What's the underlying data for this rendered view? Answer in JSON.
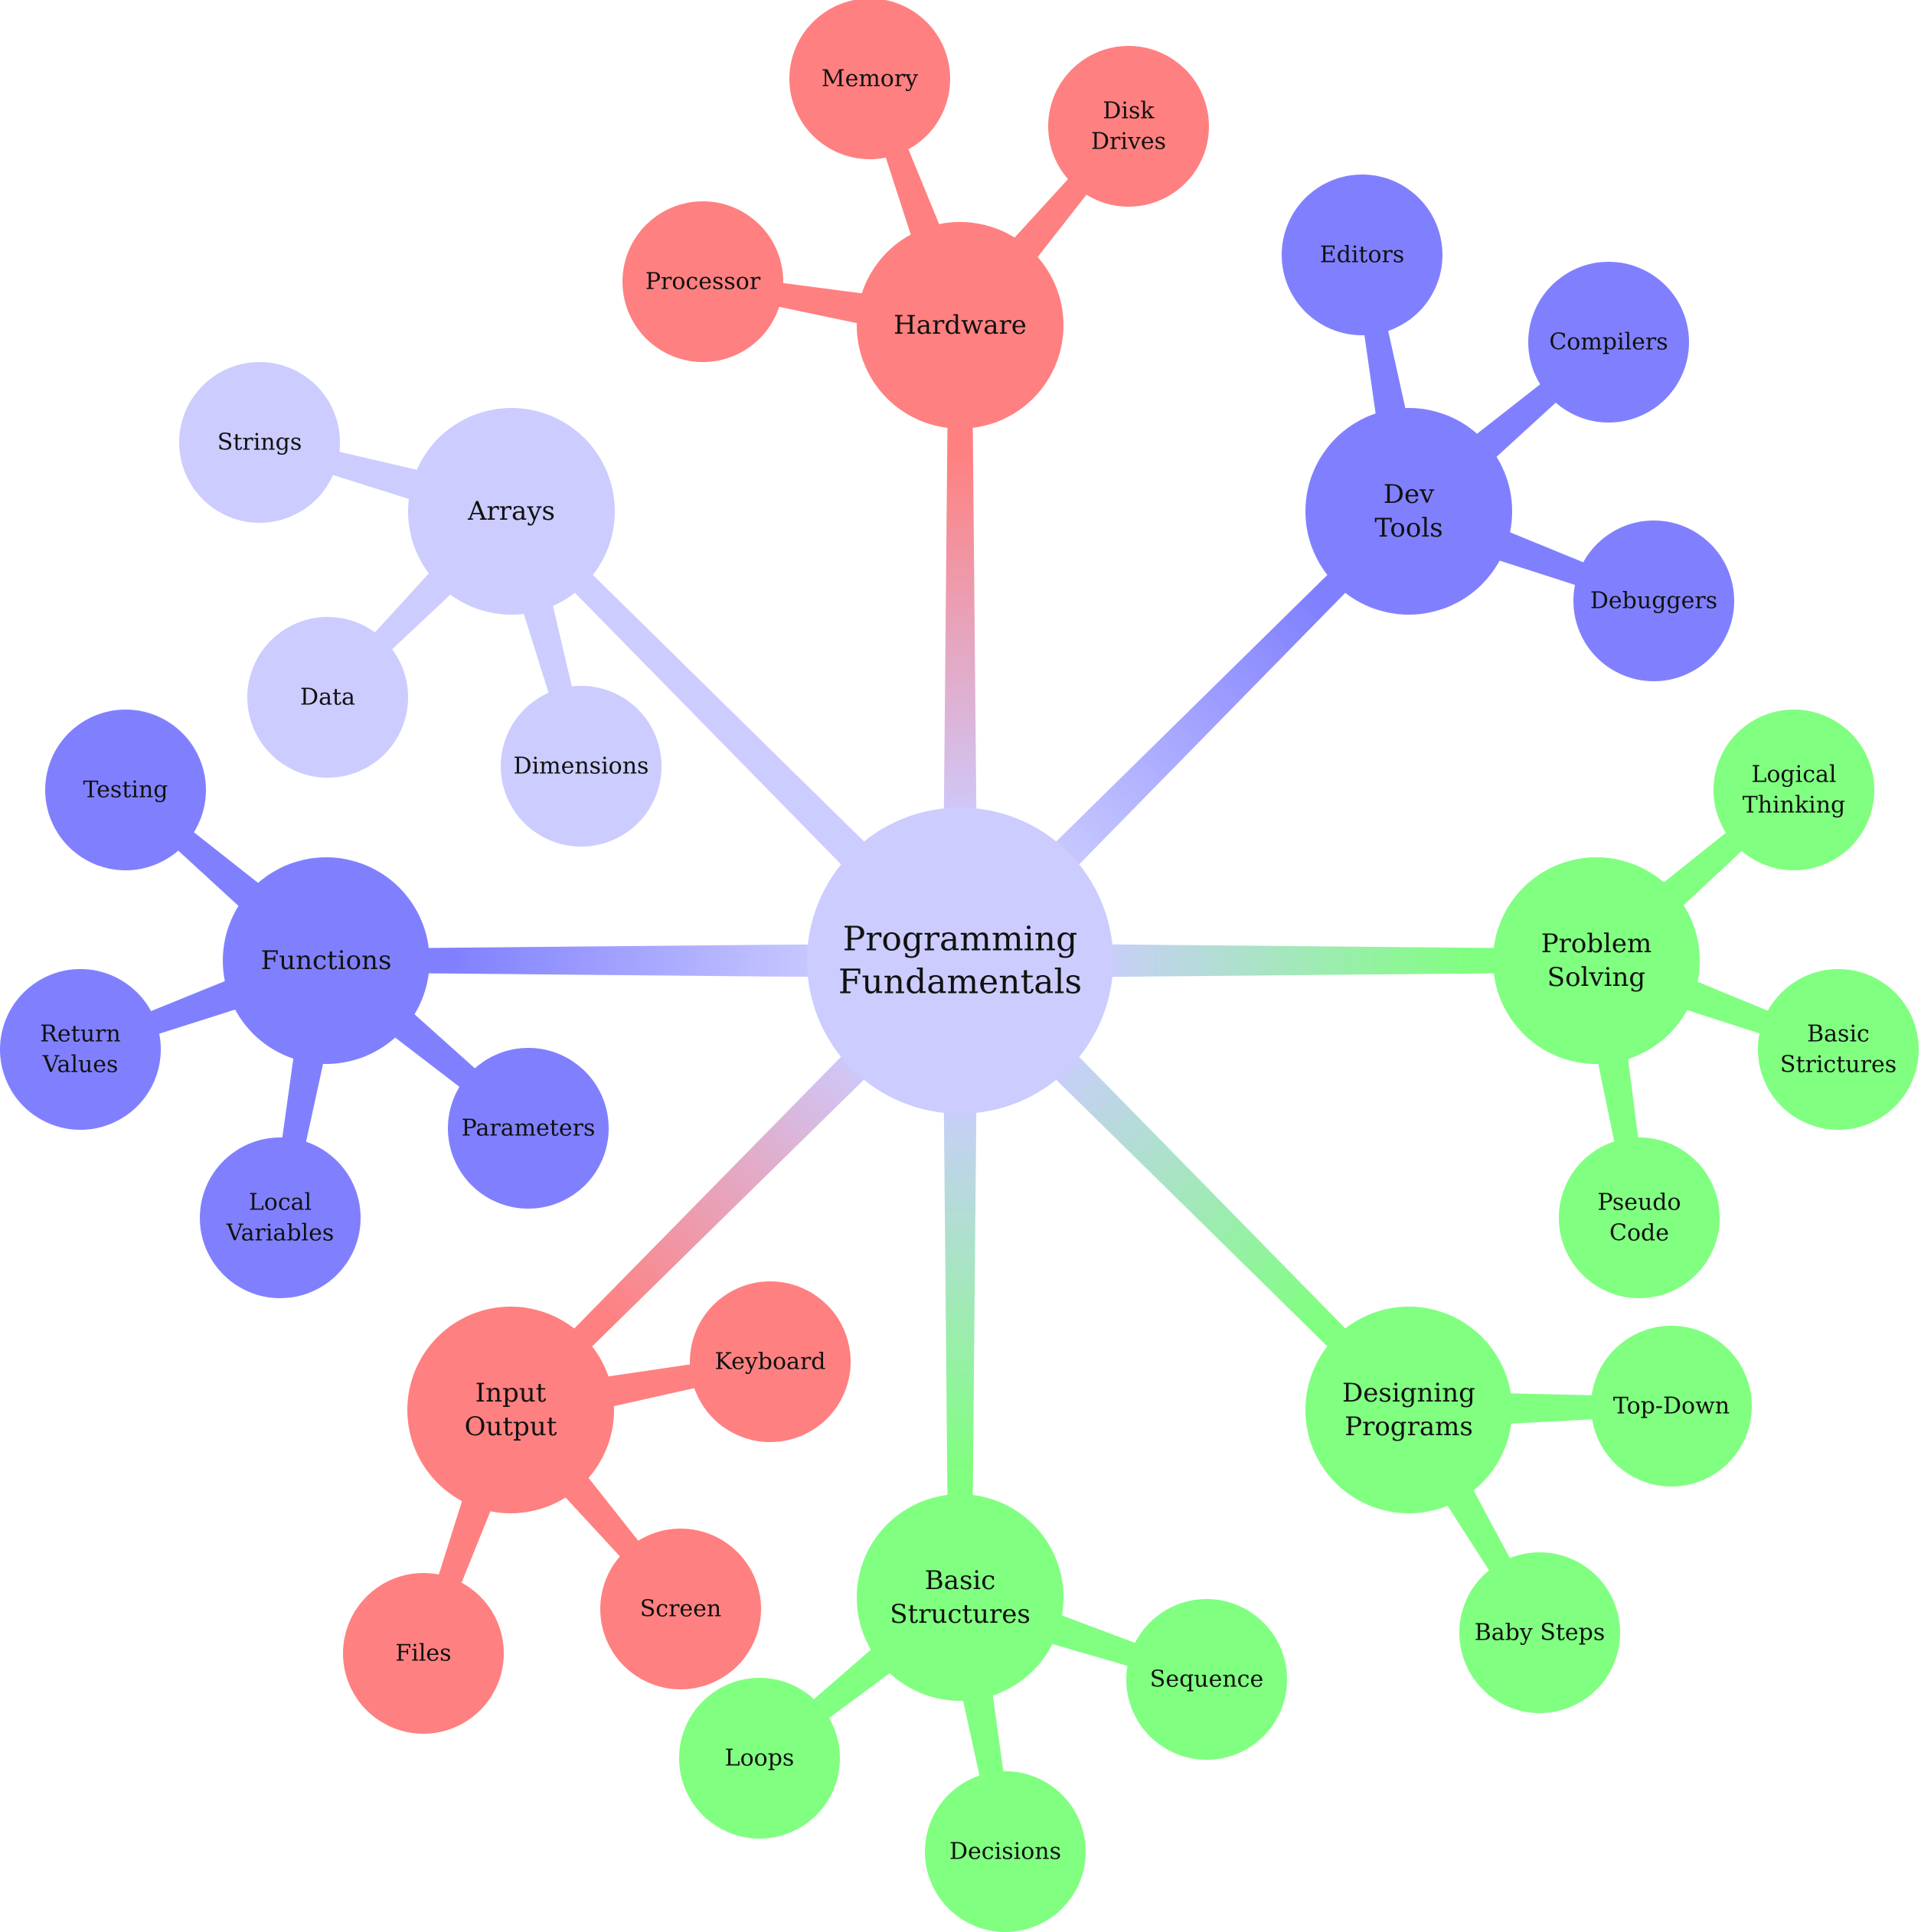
{
  "colors": {
    "red": "#ff8080",
    "blue": "#8080ff",
    "green": "#80ff80",
    "lavender": "#ccccff"
  },
  "center": {
    "lines": [
      "Programming",
      "Fundamentals"
    ],
    "color": "#ccccff"
  },
  "branches": [
    {
      "id": "hardware",
      "lines": [
        "Hardware"
      ],
      "color": "#ff8080",
      "children": [
        {
          "id": "processor",
          "lines": [
            "Processor"
          ]
        },
        {
          "id": "memory",
          "lines": [
            "Memory"
          ]
        },
        {
          "id": "disk-drives",
          "lines": [
            "Disk",
            "Drives"
          ]
        }
      ]
    },
    {
      "id": "dev-tools",
      "lines": [
        "Dev",
        "Tools"
      ],
      "color": "#8080ff",
      "children": [
        {
          "id": "editors",
          "lines": [
            "Editors"
          ]
        },
        {
          "id": "compilers",
          "lines": [
            "Compilers"
          ]
        },
        {
          "id": "debuggers",
          "lines": [
            "Debuggers"
          ]
        }
      ]
    },
    {
      "id": "problem-solving",
      "lines": [
        "Problem",
        "Solving"
      ],
      "color": "#80ff80",
      "children": [
        {
          "id": "logical-thinking",
          "lines": [
            "Logical",
            "Thinking"
          ]
        },
        {
          "id": "basic-strictures",
          "lines": [
            "Basic",
            "Strictures"
          ]
        },
        {
          "id": "pseudo-code",
          "lines": [
            "Pseudo",
            "Code"
          ]
        }
      ]
    },
    {
      "id": "designing-programs",
      "lines": [
        "Designing",
        "Programs"
      ],
      "color": "#80ff80",
      "children": [
        {
          "id": "top-down",
          "lines": [
            "Top-Down"
          ]
        },
        {
          "id": "baby-steps",
          "lines": [
            "Baby Steps"
          ]
        }
      ]
    },
    {
      "id": "basic-structures",
      "lines": [
        "Basic",
        "Structures"
      ],
      "color": "#80ff80",
      "children": [
        {
          "id": "sequence",
          "lines": [
            "Sequence"
          ]
        },
        {
          "id": "decisions",
          "lines": [
            "Decisions"
          ]
        },
        {
          "id": "loops",
          "lines": [
            "Loops"
          ]
        }
      ]
    },
    {
      "id": "input-output",
      "lines": [
        "Input",
        "Output"
      ],
      "color": "#ff8080",
      "children": [
        {
          "id": "keyboard",
          "lines": [
            "Keyboard"
          ]
        },
        {
          "id": "screen",
          "lines": [
            "Screen"
          ]
        },
        {
          "id": "files",
          "lines": [
            "Files"
          ]
        }
      ]
    },
    {
      "id": "functions",
      "lines": [
        "Functions"
      ],
      "color": "#8080ff",
      "children": [
        {
          "id": "testing",
          "lines": [
            "Testing"
          ]
        },
        {
          "id": "return-values",
          "lines": [
            "Return",
            "Values"
          ]
        },
        {
          "id": "local-variables",
          "lines": [
            "Local",
            "Variables"
          ]
        },
        {
          "id": "parameters",
          "lines": [
            "Parameters"
          ]
        }
      ]
    },
    {
      "id": "arrays",
      "lines": [
        "Arrays"
      ],
      "color": "#ccccff",
      "children": [
        {
          "id": "strings",
          "lines": [
            "Strings"
          ]
        },
        {
          "id": "data",
          "lines": [
            "Data"
          ]
        },
        {
          "id": "dimensions",
          "lines": [
            "Dimensions"
          ]
        }
      ]
    }
  ]
}
